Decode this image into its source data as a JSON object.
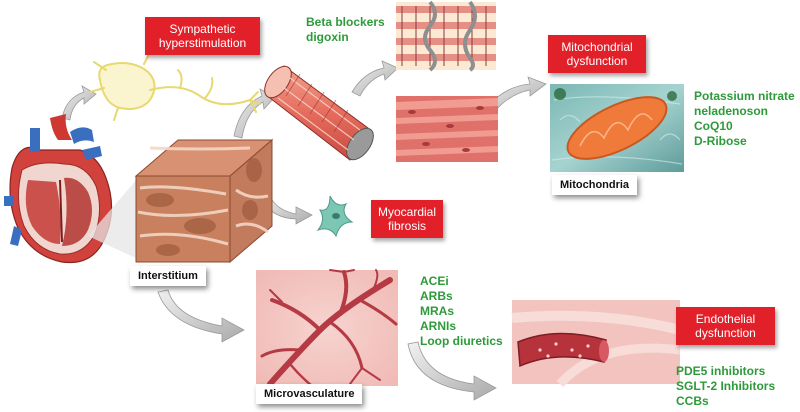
{
  "callouts": {
    "sympathetic": [
      "Sympathetic",
      "hyperstimulation"
    ],
    "mitochondrial": [
      "Mitochondrial",
      "dysfunction"
    ],
    "fibrosis": [
      "Myocardial",
      "fibrosis"
    ],
    "endothelial": [
      "Endothelial",
      "dysfunction"
    ]
  },
  "drugs": {
    "myocyte": [
      "Beta blockers",
      "digoxin"
    ],
    "mitochondria": [
      "Potassium nitrate",
      "neladenoson",
      "CoQ10",
      "D-Ribose"
    ],
    "microvasculature": [
      "ACEi",
      "ARBs",
      "MRAs",
      "ARNIs",
      "Loop diuretics"
    ],
    "endothelial": [
      "PDE5 inhibitors",
      "SGLT-2 Inhibitors",
      "CCBs"
    ]
  },
  "labels": {
    "interstitium": "Interstitium",
    "mitochondria": "Mitochondria",
    "microvasculature": "Microvasculature"
  },
  "colors": {
    "callout_red": "#e2202a",
    "drug_green": "#2e9a3a",
    "muscle_red": "#d9575a",
    "tissue_brown": "#b9714b",
    "vessel_red": "#b53a44",
    "mito_orange": "#f07a3a",
    "fibroblast_teal": "#7cc6b4",
    "nerve_yellow": "#e8d870"
  },
  "icons": [
    "heart-icon",
    "nerve-icon",
    "muscle-fiber-icon",
    "sarcomere-icon",
    "myocyte-tissue-icon",
    "mitochondrion-icon",
    "tissue-block-icon",
    "fibroblast-icon",
    "vessel-network-icon",
    "blood-vessel-icon",
    "arrow-icon"
  ]
}
